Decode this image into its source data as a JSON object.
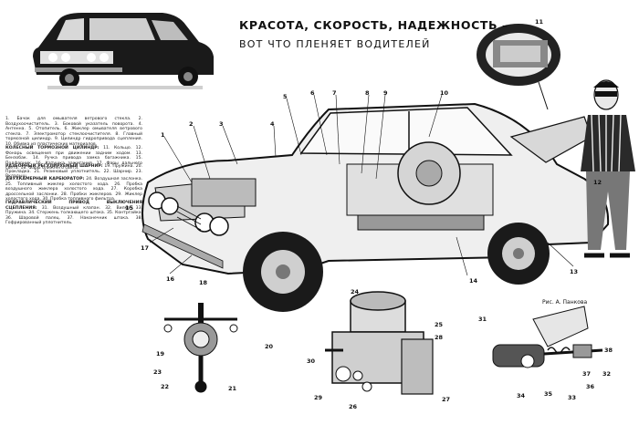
{
  "header": {
    "title": "КРАСОТА, СКОРОСТЬ, НАДЕЖНОСТЬ –",
    "subtitle": "ВОТ ЧТО ПЛЕНЯЕТ ВОДИТЕЛЕЙ"
  },
  "legend": {
    "block1": "1. Бачок для омывателя ветрового стекла. 2. Воздухоочиститель. 3. Боковой указатель поворота. 4. Антенна. 5. Отопитель. 6. Жиклер омывателя ветрового стекла. 7. Электромотор стеклоочистителя. 8. Главный тормозной цилиндр. 9. Цилиндр гидропривода сцепления. 10. Обивка из пластических материалов.",
    "block2_head": "КОЛЕСНЫЙ ТОРМОЗНОЙ ЦИЛИНДР:",
    "block2": "11. Кольцо. 12. Фонарь освещения при движении задним ходом. 13. Бензобак. 14. Ручка привода замка багажника. 15. Подфарник. 16. Катушка зажигания. 17. Фары дальнего света. 18. Фары ближнего света.",
    "block3_head": "РАЗБОРНЫЙ РЕГУЛИРУЕМЫЙ ШАРНИР:",
    "block3": "19. Пружина. 20. Прокладка. 21. Резиновый уплотнитель. 22. Шарнир. 23. Вкладыш.",
    "block4_head": "ДВУХКАМЕРНЫЙ КАРБЮРАТОР:",
    "block4": "24. Воздушная заслонка. 25. Топливный жиклер холостого хода. 26. Пробка воздушного жиклера холостого хода. 27. Коробка дроссельной заслонки. 28. Пробки жиклеров. 29. Жиклер холостого хода. 30. Пробка топливного фильтра.",
    "block5_head": "ГИДРАВЛИЧЕСКИЙ ПРИВОД ВЫКЛЮЧЕНИЯ СЦЕПЛЕНИЯ:",
    "block5": "31. Воздушный клапан. 32. Вилка. 33. Пружина. 34. Стержень толкающего штока. 35. Контргайка. 36. Шаровой палец. 37. Наконечник штока. 38. Гофрированный уплотнитель."
  },
  "credit": "Рис. А. Панкова",
  "callouts": [
    "1",
    "2",
    "3",
    "4",
    "5",
    "6",
    "7",
    "8",
    "9",
    "10",
    "11",
    "12",
    "13",
    "14",
    "15",
    "16",
    "17",
    "18",
    "19",
    "20",
    "21",
    "22",
    "23",
    "24",
    "25",
    "26",
    "27",
    "28",
    "29",
    "30",
    "31",
    "32",
    "33",
    "34",
    "35",
    "36",
    "37",
    "38"
  ]
}
